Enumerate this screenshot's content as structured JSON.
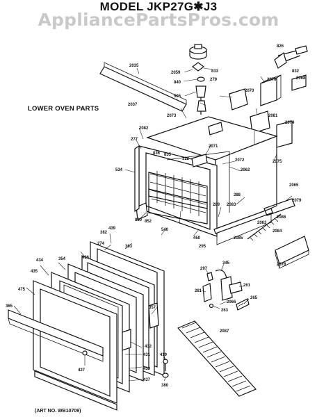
{
  "diagram": {
    "title": "MODEL JKP27G✱J3",
    "watermark": "AppliancePartsPros.com",
    "section_label": "LOWER OVEN PARTS",
    "art_number": "(ART NO. WB10709)"
  },
  "parts": [
    {
      "id": "p-826",
      "label": "826"
    },
    {
      "id": "p-832",
      "label": "832"
    },
    {
      "id": "p-833",
      "label": "833"
    },
    {
      "id": "p-2035",
      "label": "2035"
    },
    {
      "id": "p-2037",
      "label": "2037"
    },
    {
      "id": "p-2059",
      "label": "2059"
    },
    {
      "id": "p-279",
      "label": "279"
    },
    {
      "id": "p-840",
      "label": "840"
    },
    {
      "id": "p-505",
      "label": "505"
    },
    {
      "id": "p-2070",
      "label": "2070"
    },
    {
      "id": "p-2076",
      "label": "2076"
    },
    {
      "id": "p-2068",
      "label": "2068"
    },
    {
      "id": "p-2081",
      "label": "2081"
    },
    {
      "id": "p-2074",
      "label": "2074"
    },
    {
      "id": "p-2073",
      "label": "2073"
    },
    {
      "id": "p-2082",
      "label": "2082"
    },
    {
      "id": "p-277",
      "label": "277"
    },
    {
      "id": "p-534",
      "label": "534"
    },
    {
      "id": "p-2071",
      "label": "2071"
    },
    {
      "id": "p-2072",
      "label": "2072"
    },
    {
      "id": "p-2075",
      "label": "2075"
    },
    {
      "id": "p-2062",
      "label": "2062"
    },
    {
      "id": "p-2065",
      "label": "2065"
    },
    {
      "id": "p-2079",
      "label": "2079"
    },
    {
      "id": "p-288",
      "label": "288"
    },
    {
      "id": "p-2083",
      "label": "2083"
    },
    {
      "id": "p-2084",
      "label": "2084"
    },
    {
      "id": "p-2086",
      "label": "2086"
    },
    {
      "id": "p-2063",
      "label": "2063"
    },
    {
      "id": "p-2078",
      "label": "2078"
    },
    {
      "id": "p-2085",
      "label": "2085"
    },
    {
      "id": "p-289",
      "label": "289"
    },
    {
      "id": "p-835",
      "label": "835"
    },
    {
      "id": "p-836",
      "label": "836"
    },
    {
      "id": "p-322",
      "label": "322"
    },
    {
      "id": "p-852",
      "label": "852"
    },
    {
      "id": "p-830",
      "label": "830"
    },
    {
      "id": "p-540",
      "label": "540"
    },
    {
      "id": "p-450",
      "label": "450"
    },
    {
      "id": "p-295",
      "label": "295"
    },
    {
      "id": "p-439",
      "label": "439"
    },
    {
      "id": "p-382",
      "label": "382"
    },
    {
      "id": "p-274",
      "label": "274"
    },
    {
      "id": "p-363",
      "label": "363"
    },
    {
      "id": "p-434",
      "label": "434"
    },
    {
      "id": "p-354",
      "label": "354"
    },
    {
      "id": "p-435",
      "label": "435"
    },
    {
      "id": "p-436",
      "label": "436"
    },
    {
      "id": "p-475",
      "label": "475"
    },
    {
      "id": "p-365",
      "label": "365"
    },
    {
      "id": "p-357",
      "label": "357"
    },
    {
      "id": "p-432",
      "label": "432"
    },
    {
      "id": "p-431",
      "label": "431"
    },
    {
      "id": "p-433",
      "label": "433"
    },
    {
      "id": "p-437",
      "label": "437"
    },
    {
      "id": "p-427",
      "label": "427"
    },
    {
      "id": "p-419",
      "label": "419"
    },
    {
      "id": "p-380",
      "label": "380"
    },
    {
      "id": "p-2087",
      "label": "2087"
    },
    {
      "id": "p-297",
      "label": "297"
    },
    {
      "id": "p-345",
      "label": "345"
    },
    {
      "id": "p-281",
      "label": "281"
    },
    {
      "id": "p-261",
      "label": "261"
    },
    {
      "id": "p-2066",
      "label": "2066"
    },
    {
      "id": "p-263",
      "label": "263"
    },
    {
      "id": "p-265",
      "label": "265"
    }
  ]
}
